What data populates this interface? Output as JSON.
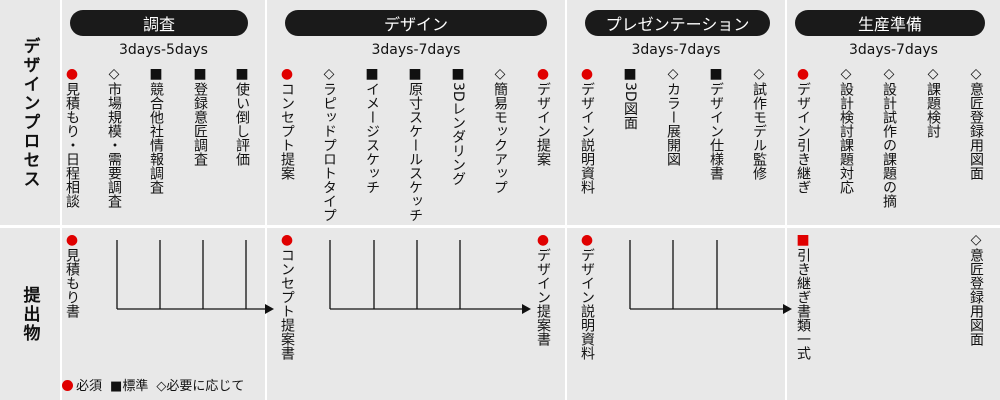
{
  "rows": {
    "process": "デザインプロセス",
    "deliverables": "提出物"
  },
  "phases": [
    {
      "title": "調査",
      "duration": "3days-5days"
    },
    {
      "title": "デザイン",
      "duration": "3days-7days"
    },
    {
      "title": "プレゼンテーション",
      "duration": "3days-7days"
    },
    {
      "title": "生産準備",
      "duration": "3days-7days"
    }
  ],
  "markers": {
    "required": "●",
    "standard": "■",
    "optional": "◇"
  },
  "process_items": [
    {
      "marker": "required",
      "text": "見積もり・日程相談"
    },
    {
      "marker": "optional",
      "text": "市場規模・需要調査"
    },
    {
      "marker": "standard",
      "text": "競合他社情報調査"
    },
    {
      "marker": "standard",
      "text": "登録意匠調査"
    },
    {
      "marker": "standard",
      "text": "使い倒し評価"
    },
    {
      "marker": "required",
      "text": "コンセプト提案"
    },
    {
      "marker": "optional",
      "text": "ラピッドプロトタイプ"
    },
    {
      "marker": "standard",
      "text": "イメージスケッチ"
    },
    {
      "marker": "standard",
      "text": "原寸スケールスケッチ"
    },
    {
      "marker": "standard",
      "text": "3Dレンダリング"
    },
    {
      "marker": "optional",
      "text": "簡易モックアップ"
    },
    {
      "marker": "required",
      "text": "デザイン提案"
    },
    {
      "marker": "required",
      "text": "デザイン説明資料"
    },
    {
      "marker": "standard",
      "text": "3D図面"
    },
    {
      "marker": "optional",
      "text": "カラー展開図"
    },
    {
      "marker": "standard",
      "text": "デザイン仕様書"
    },
    {
      "marker": "optional",
      "text": "試作モデル監修"
    },
    {
      "marker": "required",
      "text": "デザイン引き継ぎ"
    },
    {
      "marker": "optional",
      "text": "設計検討課題対応"
    },
    {
      "marker": "optional",
      "text": "設計試作の課題の摘"
    },
    {
      "marker": "optional",
      "text": "課題検討"
    },
    {
      "marker": "optional",
      "text": "意匠登録用図面"
    }
  ],
  "deliverables": [
    {
      "marker": "required",
      "text": "見積もり書"
    },
    {
      "marker": "required",
      "text": "コンセプト提案書"
    },
    {
      "marker": "required",
      "text": "デザイン提案書"
    },
    {
      "marker": "required",
      "text": "デザイン説明資料"
    },
    {
      "marker": "required_square",
      "text": "引き継ぎ書類一式"
    },
    {
      "marker": "optional",
      "text": "意匠登録用図面"
    }
  ],
  "legend": {
    "required": "必須",
    "standard": "標準",
    "optional": "必要に応じて"
  }
}
